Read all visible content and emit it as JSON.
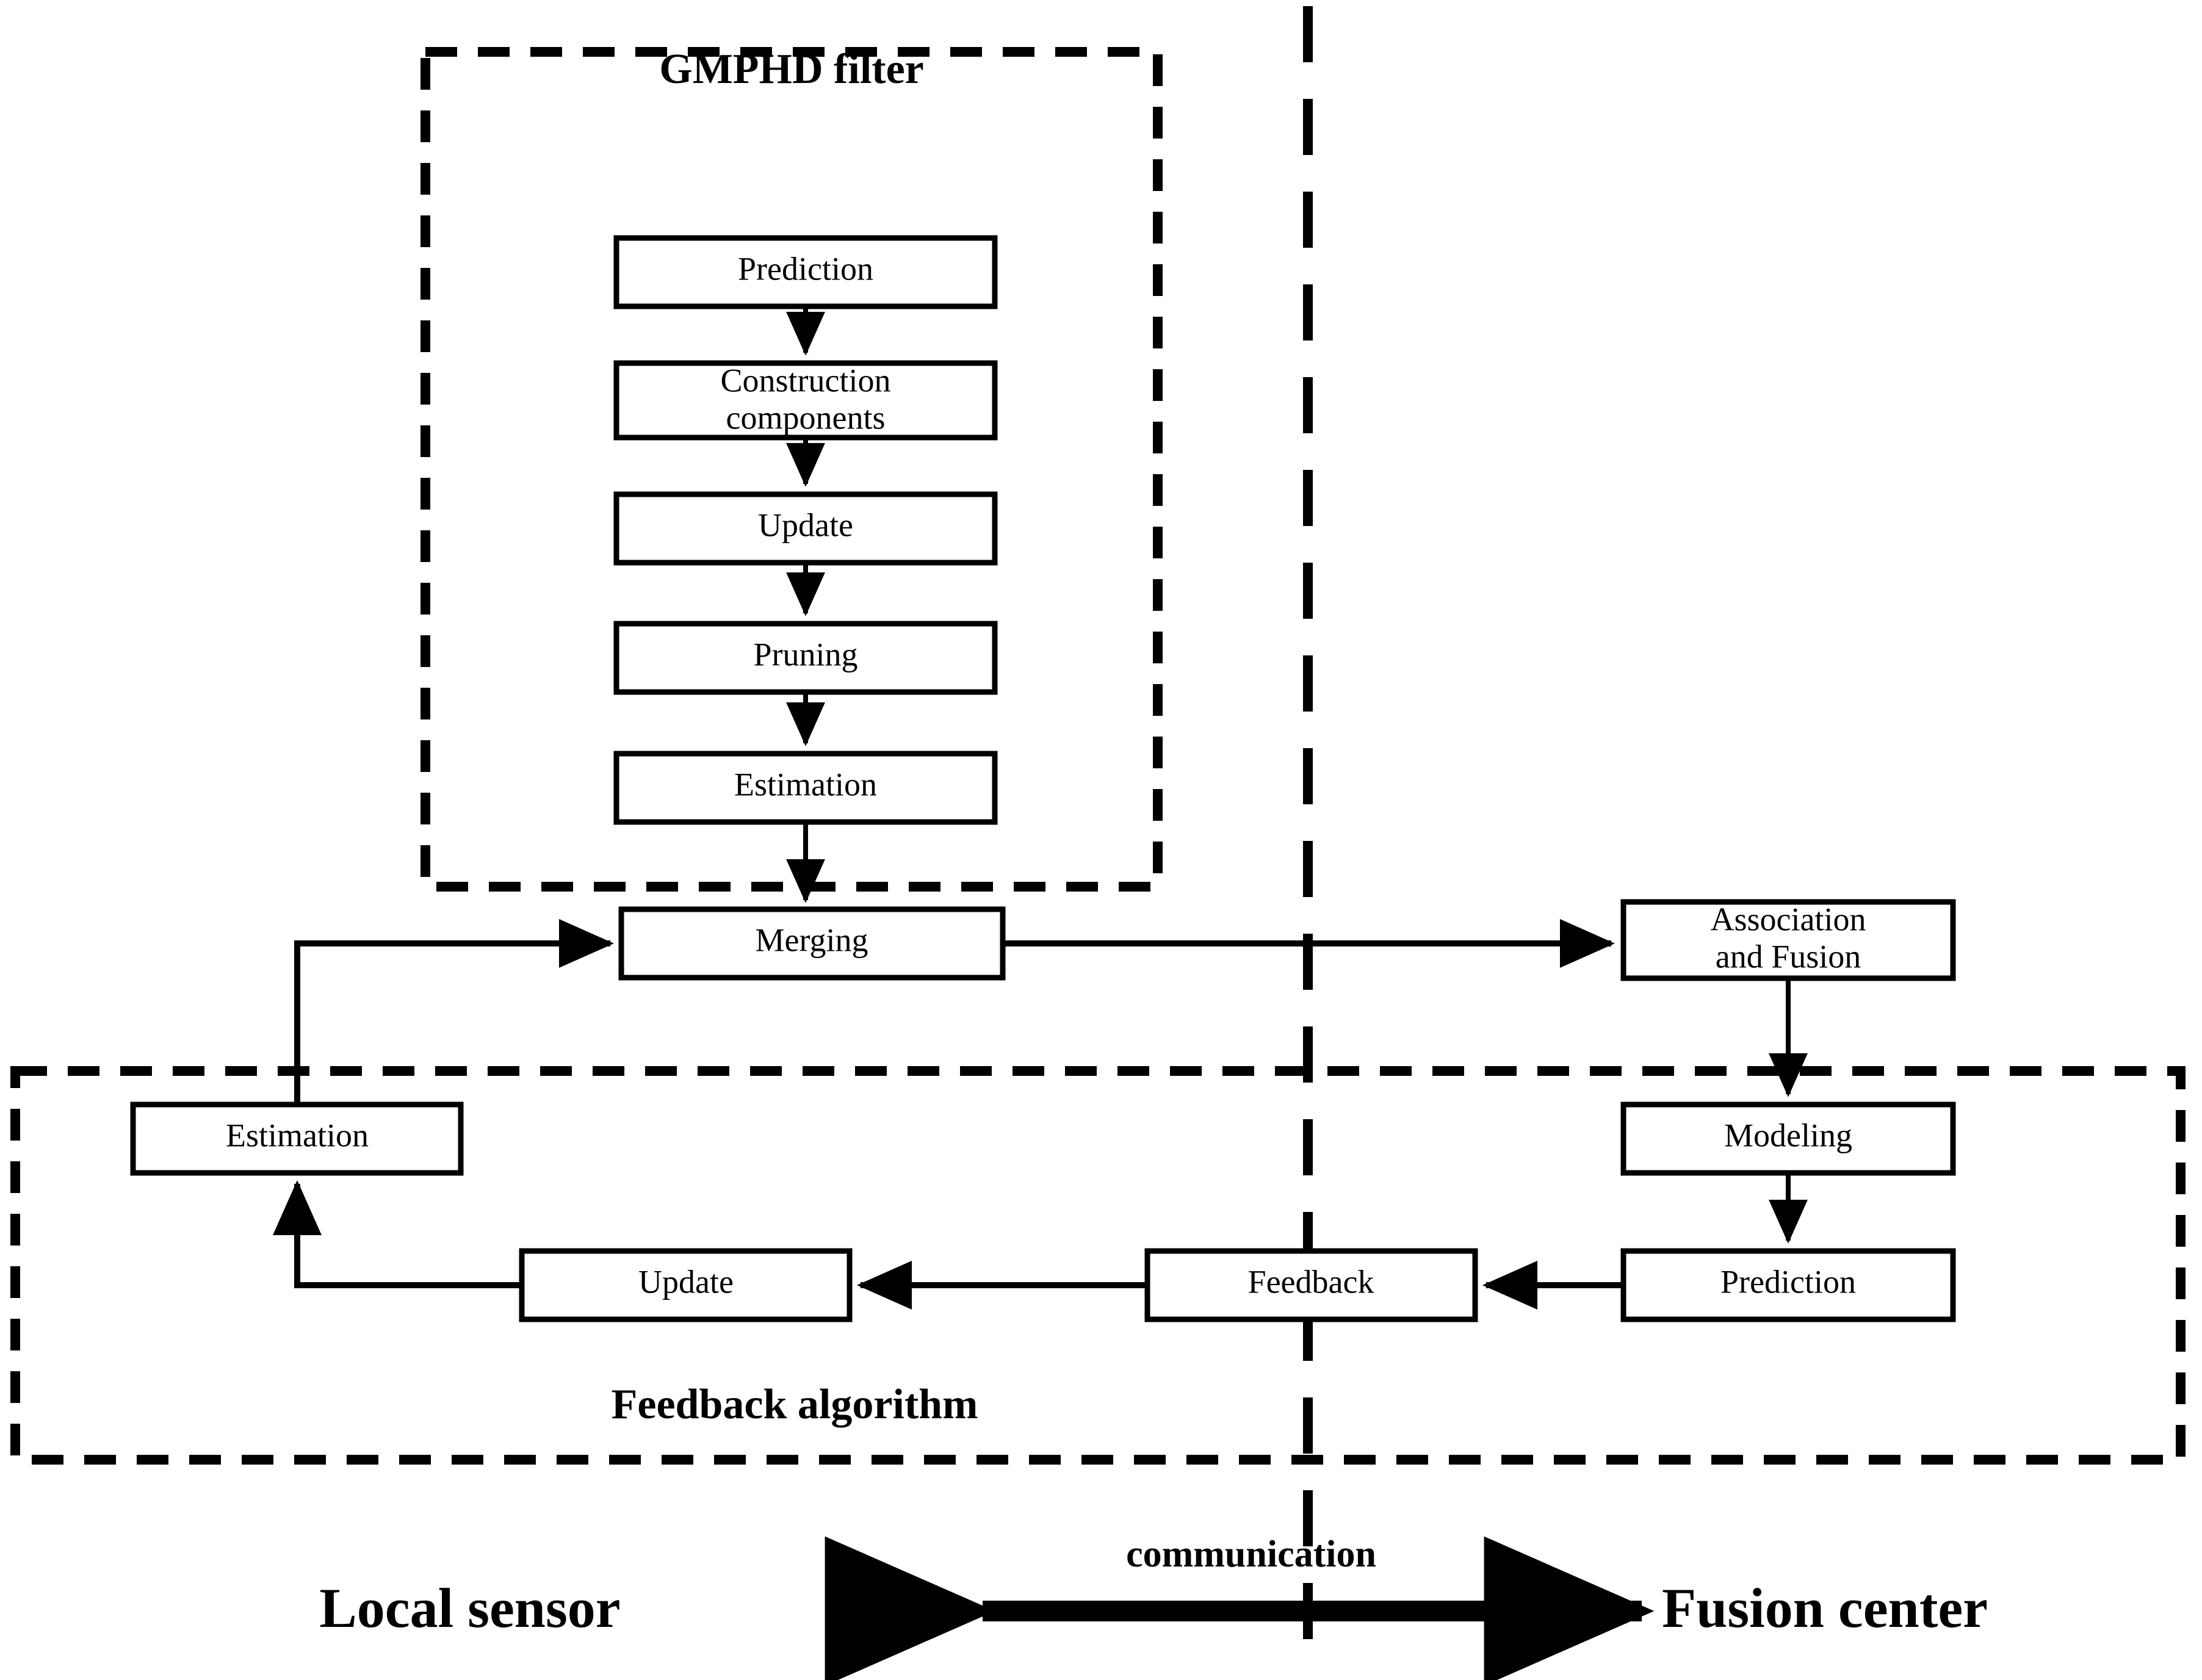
{
  "diagram": {
    "title_groups": {
      "gmphd": "GMPHD filter",
      "feedback": "Feedback algorithm"
    },
    "side_labels": {
      "left": "Local sensor",
      "right": "Fusion center",
      "communication": "communication"
    },
    "nodes": {
      "prediction_top": "Prediction",
      "construction_components": "Construction\ncomponents",
      "construction_components_line1": "Construction",
      "construction_components_line2": "components",
      "update_top": "Update",
      "pruning": "Pruning",
      "estimation_top": "Estimation",
      "merging": "Merging",
      "association_and_fusion_line1": "Association",
      "association_and_fusion_line2": "and Fusion",
      "modeling": "Modeling",
      "prediction_right": "Prediction",
      "feedback": "Feedback",
      "update_bottom": "Update",
      "estimation_bottom": "Estimation"
    },
    "colors": {
      "stroke": "#000000",
      "fill": "#ffffff",
      "background": "#ffffff"
    }
  }
}
